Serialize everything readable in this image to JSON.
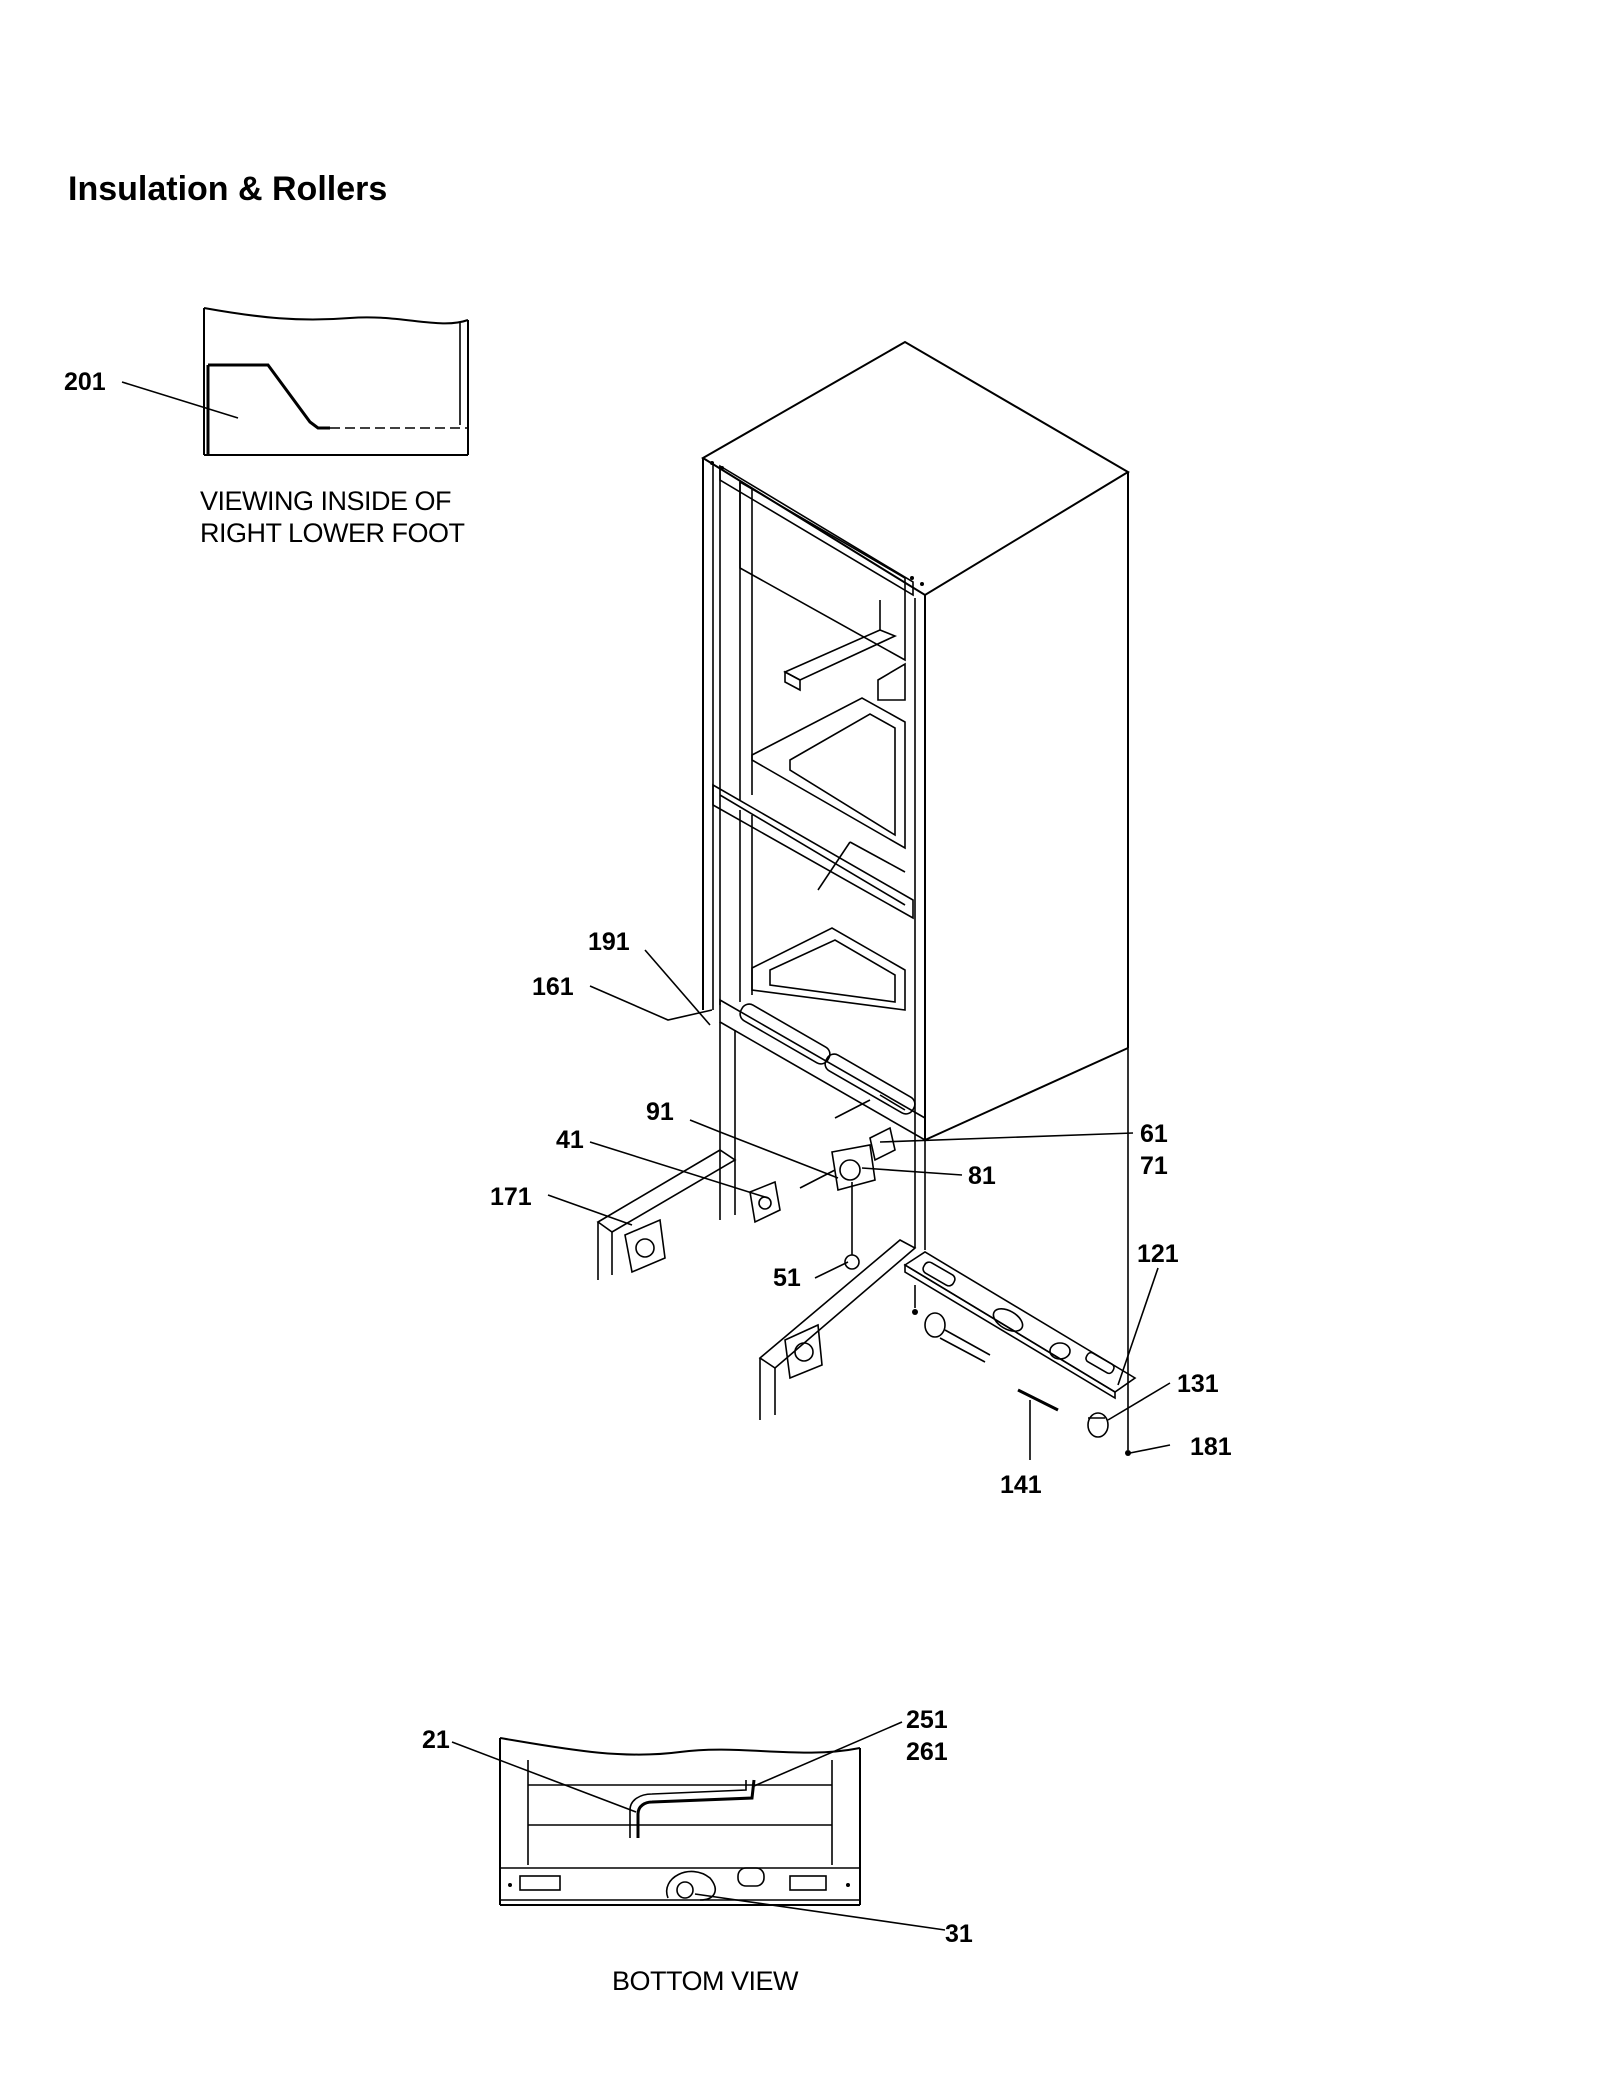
{
  "title": "Insulation & Rollers",
  "captions": {
    "foot_detail": [
      "VIEWING INSIDE OF",
      "RIGHT LOWER FOOT"
    ],
    "bottom_view": "BOTTOM VIEW"
  },
  "callouts": {
    "p201": "201",
    "p191": "191",
    "p161": "161",
    "p91": "91",
    "p41": "41",
    "p171": "171",
    "p51": "51",
    "p61": "61",
    "p71": "71",
    "p81": "81",
    "p121": "121",
    "p131": "131",
    "p181": "181",
    "p141": "141",
    "p21": "21",
    "p251": "251",
    "p261": "261",
    "p31": "31"
  }
}
